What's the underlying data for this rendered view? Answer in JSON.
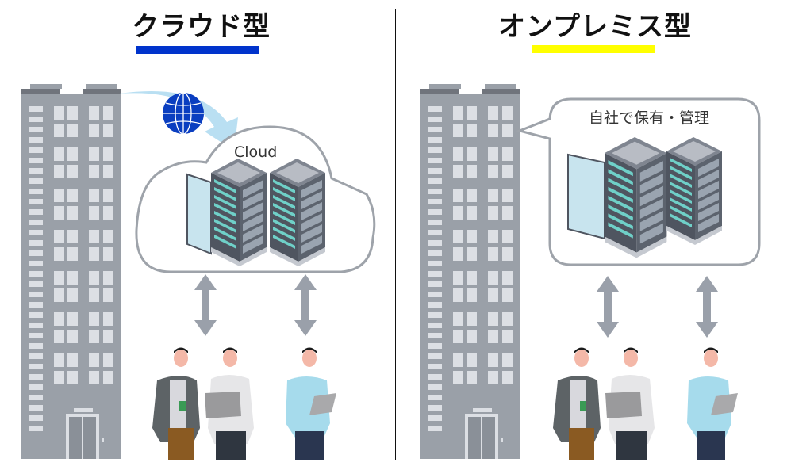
{
  "left": {
    "title": "クラウド型",
    "accent_color": "#0033cc",
    "cloud_label": "Cloud",
    "globe_icon": "globe-icon"
  },
  "right": {
    "title": "オンプレミス型",
    "accent_color": "#ffff00",
    "bubble_label": "自社で保有・管理"
  },
  "colors": {
    "building": "#9aa0a8",
    "building_roof": "#70747c",
    "window": "#dcdfe4",
    "arrow": "#9aa0aa",
    "outline": "#9ea3aa",
    "globe": "#0a3ec0",
    "flow_arrow": "#b9dff2"
  }
}
